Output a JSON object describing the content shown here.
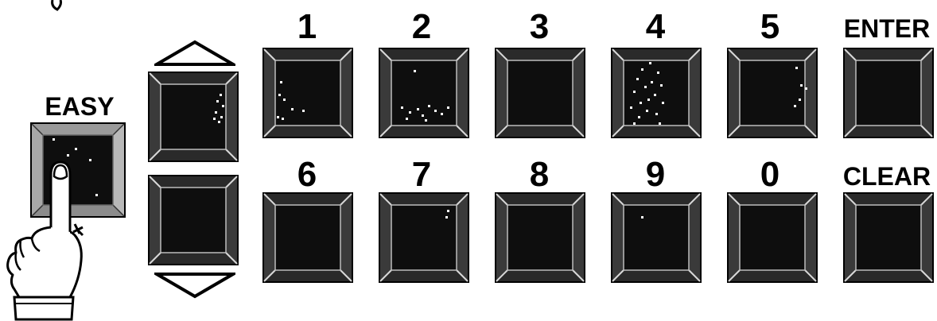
{
  "easy_label": "EASY",
  "enter_label": "ENTER",
  "clear_label": "CLEAR",
  "keys_top": [
    {
      "label": "1"
    },
    {
      "label": "2"
    },
    {
      "label": "3"
    },
    {
      "label": "4"
    },
    {
      "label": "5"
    }
  ],
  "keys_bottom": [
    {
      "label": "6"
    },
    {
      "label": "7"
    },
    {
      "label": "8"
    },
    {
      "label": "9"
    },
    {
      "label": "0"
    }
  ],
  "icons": {
    "up": "triangle-up-icon",
    "down": "triangle-down-icon",
    "hand": "pointing-hand-icon"
  },
  "colors": {
    "key_face": "#111111",
    "key_bevel_light": "#e8e8e8",
    "key_bevel_dark": "#6a6a6a",
    "easy_bevel": "#8a8a8a"
  }
}
